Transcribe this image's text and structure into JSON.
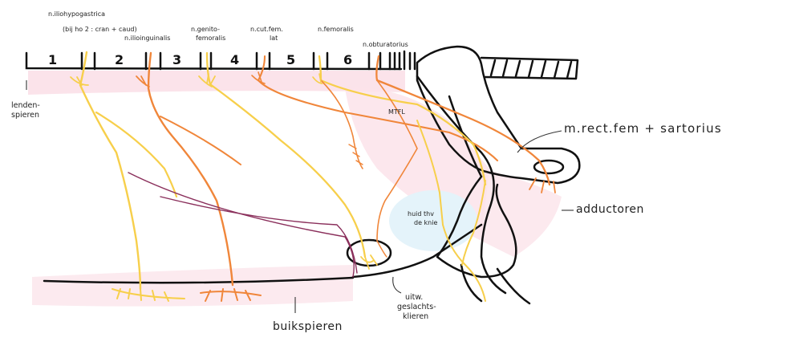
{
  "colors": {
    "yellow_nerve": "#f7cf4b",
    "orange_nerve": "#f0863a",
    "purple_nerve": "#8a2f5b",
    "outline": "#111111",
    "muscle_pink": "#fbe3ea",
    "knee_blue": "#e4f3fa"
  },
  "segments": [
    "1",
    "2",
    "3",
    "4",
    "5",
    "6"
  ],
  "labels": {
    "n_iliohypogastrica": "n.iliohypogastrica",
    "iliohypogastrica_note": "(bij ho 2 : cran + caud)",
    "n_ilioinguinalis": "n.ilioinguinalis",
    "n_genitofemoralis_1": "n.genito-",
    "n_genitofemoralis_2": "femoralis",
    "n_cut_fem_lat_1": "n.cut.fem.",
    "n_cut_fem_lat_2": "lat",
    "n_femoralis": "n.femoralis",
    "n_obturatorius": "n.obturatorius",
    "lendenspieren_1": "lenden-",
    "lendenspieren_2": "spieren",
    "mtfl": "MTFL",
    "m_rect_fem_sartorius": "m.rect.fem + sartorius",
    "adductoren": "adductoren",
    "huid_thv_de_knie_1": "huid thv",
    "huid_thv_de_knie_2": "de knie",
    "uitw_geslachtsklieren_1": "uitw.",
    "uitw_geslachtsklieren_2": "geslachts-",
    "uitw_geslachtsklieren_3": "klieren",
    "buikspieren": "buikspieren"
  }
}
